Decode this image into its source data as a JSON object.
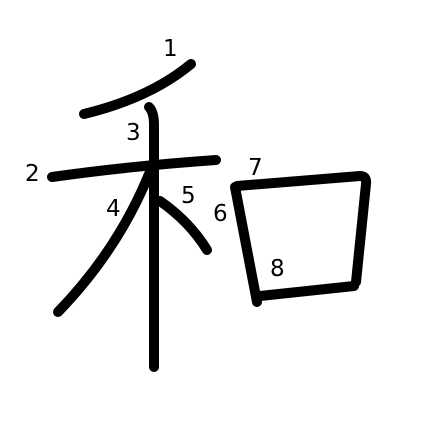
{
  "character": "和",
  "strokes": [
    {
      "order": 1,
      "label": "1"
    },
    {
      "order": 2,
      "label": "2"
    },
    {
      "order": 3,
      "label": "3"
    },
    {
      "order": 4,
      "label": "4"
    },
    {
      "order": 5,
      "label": "5"
    },
    {
      "order": 6,
      "label": "6"
    },
    {
      "order": 7,
      "label": "7"
    },
    {
      "order": 8,
      "label": "8"
    }
  ],
  "colors": {
    "stroke": "#000000",
    "label": "#000000",
    "background": "#ffffff"
  }
}
